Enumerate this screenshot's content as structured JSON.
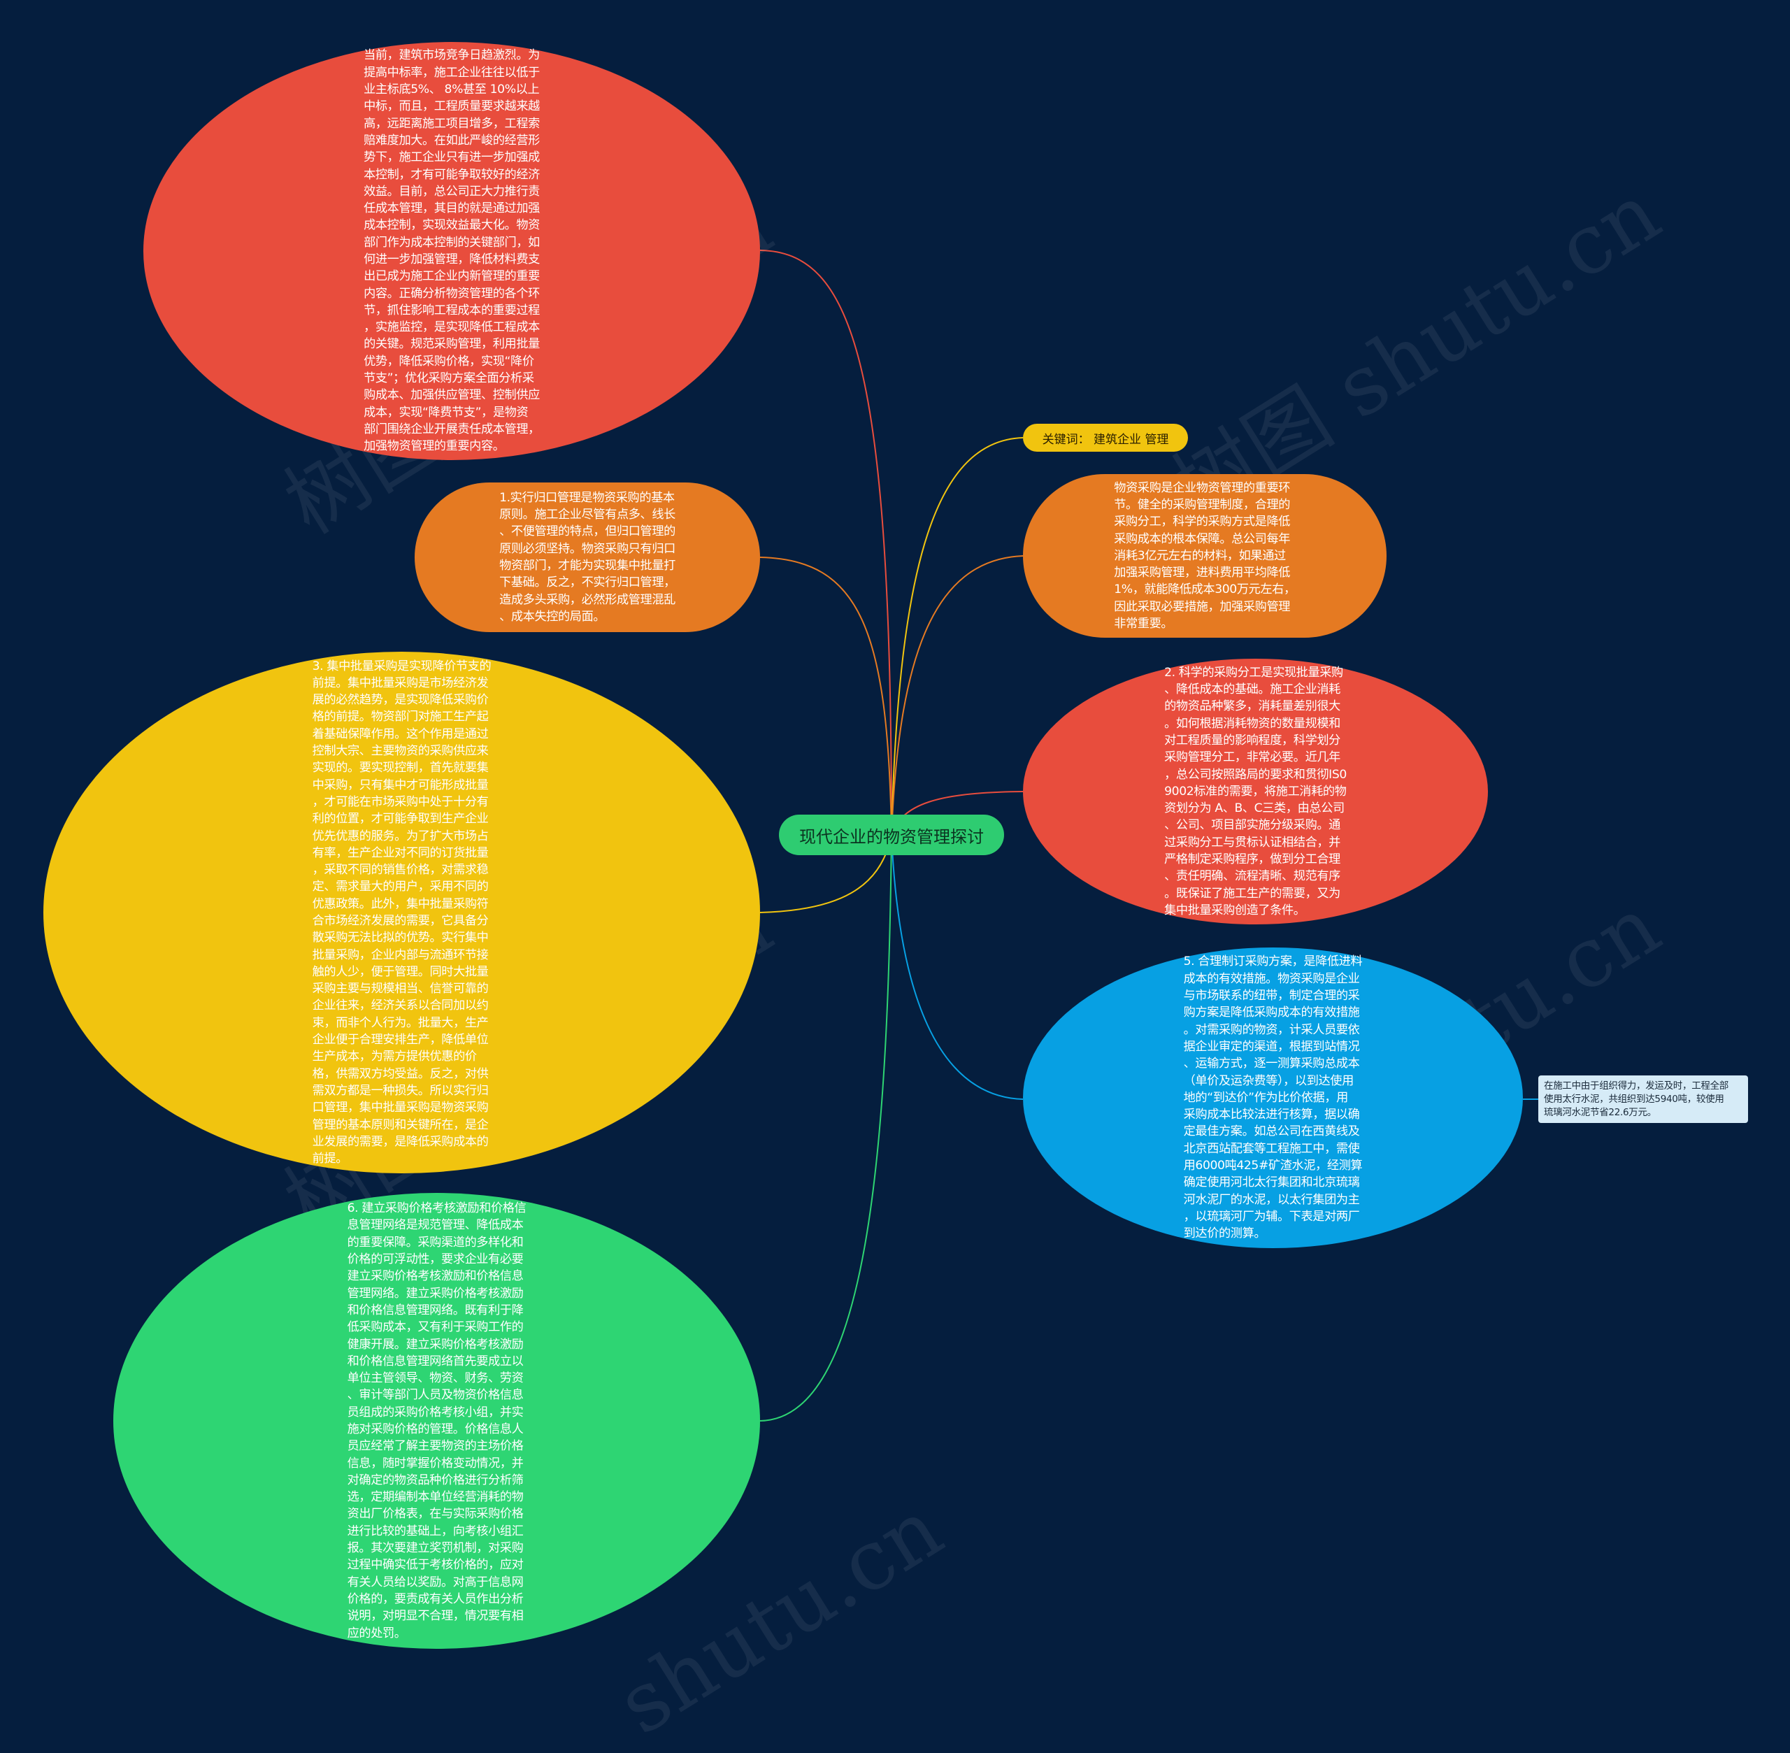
{
  "center": {
    "label": "现代企业的物资管理探讨"
  },
  "keywords": {
    "label": "关键词：  建筑企业 管理"
  },
  "nodes": {
    "intro": "当前，建筑市场竞争日趋激烈。为\n提高中标率，施工企业往往以低于\n业主标底5%、 8%甚至 10%以上\n中标，而且，工程质量要求越来越\n高，远距离施工项目增多，工程索\n赔难度加大。在如此严峻的经营形\n势下，施工企业只有进一步加强成\n本控制，才有可能争取较好的经济\n效益。目前，总公司正大力推行责\n任成本管理，其目的就是通过加强\n成本控制，实现效益最大化。物资\n部门作为成本控制的关键部门，如\n何进一步加强管理，降低材料费支\n出已成为施工企业内新管理的重要\n内容。正确分析物资管理的各个环\n节，抓住影响工程成本的重要过程\n，实施监控，是实现降低工程成本\n的关键。规范采购管理，利用批量\n优势，降低采购价格，实现“降价\n节支”；优化采购方案全面分析采\n购成本、加强供应管理、控制供应\n成本，实现“降费节支”，是物资\n部门围绕企业开展责任成本管理，\n加强物资管理的重要内容。",
    "p1": "1.实行归口管理是物资采购的基本\n原则。施工企业尽管有点多、线长\n、不便管理的特点，但归口管理的\n原则必须坚持。物资采购只有归口\n物资部门，才能为实现集中批量打\n下基础。反之，不实行归口管理，\n造成多头采购，必然形成管理混乱\n、成本失控的局面。",
    "p3": "3. 集中批量采购是实现降价节支的\n前提。集中批量采购是市场经济发\n展的必然趋势，是实现降低采购价\n格的前提。物资部门对施工生产起\n着基础保障作用。这个作用是通过\n控制大宗、主要物资的采购供应来\n实现的。要实现控制，首先就要集\n中采购，只有集中才可能形成批量\n，才可能在市场采购中处于十分有\n利的位置，才可能争取到生产企业\n优先优惠的服务。为了扩大市场占\n有率，生产企业对不同的订货批量\n，采取不同的销售价格，对需求稳\n定、需求量大的用户，采用不同的\n优惠政策。此外，集中批量采购符\n合市场经济发展的需要，它具备分\n散采购无法比拟的优势。实行集中\n批量采购，企业内部与流通环节接\n触的人少，便于管理。同时大批量\n采购主要与规模相当、信誉可靠的\n企业往来，经济关系以合同加以约\n束，而非个人行为。批量大，生产\n企业便于合理安排生产，降低单位\n生产成本，为需方提供优惠的价\n格，供需双方均受益。反之，对供\n需双方都是一种损失。所以实行归\n口管理，集中批量采购是物资采购\n管理的基本原则和关键所在，是企\n业发展的需要，是降低采购成本的\n前提。",
    "p6": "6. 建立采购价格考核激励和价格信\n息管理网络是规范管理、降低成本\n的重要保障。采购渠道的多样化和\n价格的可浮动性，要求企业有必要\n建立采购价格考核激励和价格信息\n管理网络。建立采购价格考核激励\n和价格信息管理网络。既有利于降\n低采购成本，又有利于采购工作的\n健康开展。建立采购价格考核激励\n和价格信息管理网络首先要成立以\n单位主管领导、物资、财务、劳资\n、审计等部门人员及物资价格信息\n员组成的采购价格考核小组，并实\n施对采购价格的管理。价格信息人\n员应经常了解主要物资的主场价格\n信息，随时掌握价格变动情况，并\n对确定的物资品种价格进行分析筛\n选，定期编制本单位经营消耗的物\n资出厂价格表，在与实际采购价格\n进行比较的基础上，向考核小组汇\n报。其次要建立奖罚机制，对采购\n过程中确实低于考核价格的，应对\n有关人员给以奖励。对高于信息网\n价格的，要责成有关人员作出分析\n说明，对明显不合理，情况要有相\n应的处罚。",
    "procurement": "物资采购是企业物资管理的重要环\n节。健全的采购管理制度，合理的\n采购分工，科学的采购方式是降低\n采购成本的根本保障。总公司每年\n消耗3亿元左右的材料，如果通过\n加强采购管理，进料费用平均降低\n1%，就能降低成本300万元左右，\n因此采取必要措施，加强采购管理\n非常重要。",
    "p2": "2. 科学的采购分工是实现批量采购\n、降低成本的基础。施工企业消耗\n的物资品种繁多，消耗量差别很大\n。如何根据消耗物资的数量规模和\n对工程质量的影响程度，科学划分\n采购管理分工，非常必要。近几年\n，总公司按照路局的要求和贯彻IS0\n9002标准的需要，将施工消耗的物\n资划分为 A、B、C三类，由总公司\n、公司、项目部实施分级采购。通\n过采购分工与贯标认证相结合，并\n严格制定采购程序，做到分工合理\n、责任明确、流程清晰、规范有序\n。既保证了施工生产的需要，又为\n集中批量采购创造了条件。",
    "p5": "5. 合理制订采购方案，是降低进料\n成本的有效措施。物资采购是企业\n与市场联系的纽带，制定合理的采\n购方案是降低采购成本的有效措施\n。对需采购的物资，计采人员要依\n据企业审定的渠道，根据到站情况\n、运输方式，逐一测算采购总成本\n（单价及运杂费等），以到达使用\n地的“到达价”作为比价依据，用\n采购成本比较法进行核算，据以确\n定最佳方案。如总公司在西黄线及\n北京西站配套等工程施工中，需使\n用6000吨425#矿渣水泥，经测算\n确定使用河北太行集团和北京琉璃\n河水泥厂的水泥，以太行集团为主\n，以琉璃河厂为辅。下表是对两厂\n到达价的测算。",
    "note": "在施工中由于组织得力，发运及时，工程全部\n使用太行水泥，共组织到达5940吨，较使用\n琉璃河水泥节省22.6万元。"
  },
  "watermarks": [
    "树图 shutu.cn",
    "树图 shutu.cn",
    "树图 shutu.cn",
    "树图 shutu.cn",
    "shutu.cn"
  ],
  "colors": {
    "background": "#051e3e",
    "red": "#e84d3d",
    "orange": "#e57a22",
    "yellow": "#f1c40f",
    "green": "#2ed573",
    "blue": "#07a0e3"
  }
}
